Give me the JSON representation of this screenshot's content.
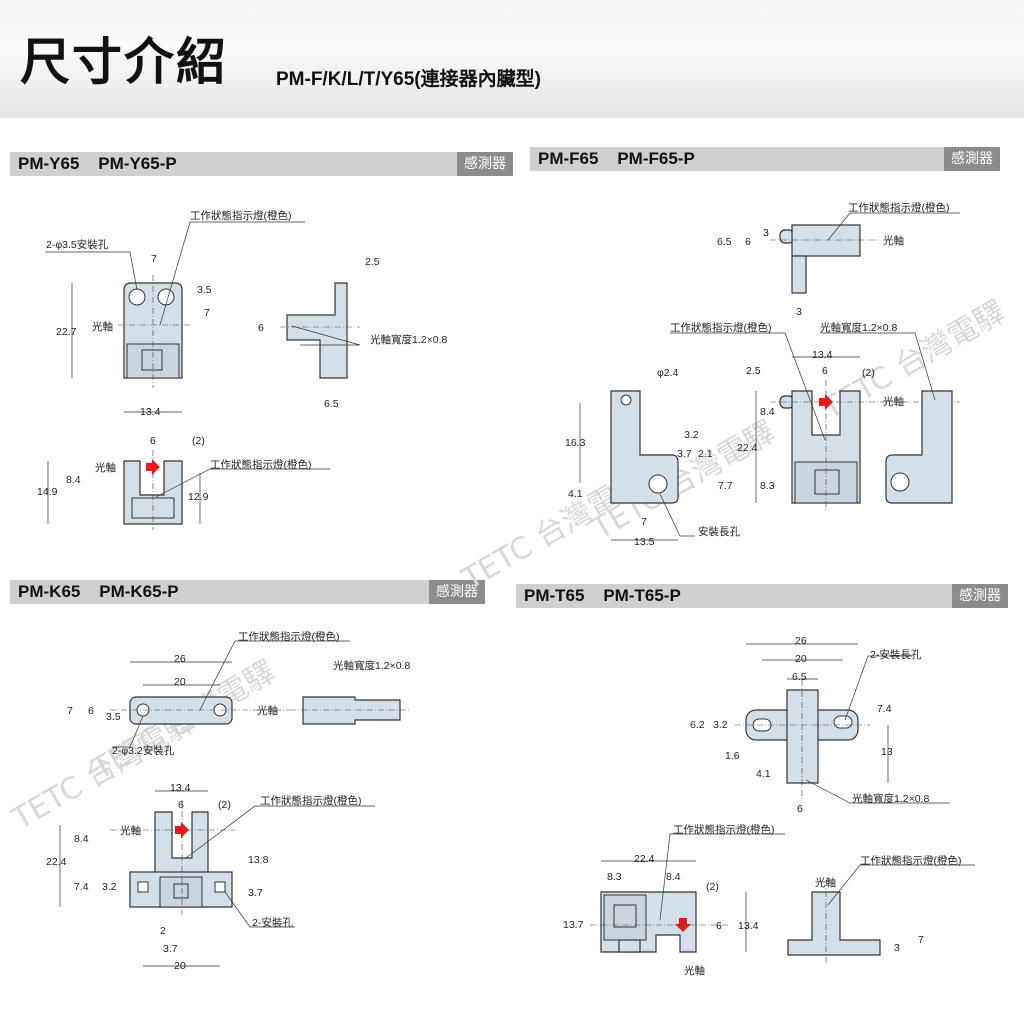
{
  "header": {
    "title": "尺寸介紹",
    "subtitle": "PM-F/K/L/T/Y65(連接器內臟型)"
  },
  "watermark": "TETC 台灣電驛",
  "colors": {
    "part": "#d3e0ea",
    "indicator": "#e31b1b",
    "bar": "#cfcfcf",
    "badge": "#8c8c8c"
  },
  "sections": {
    "y65": {
      "title": "PM-Y65    PM-Y65-P",
      "badge": "感測器",
      "labels": [
        "工作狀態指示燈(橙色)",
        "2-φ3.5安裝孔",
        "7",
        "3.5",
        "7",
        "22.7",
        "光軸",
        "2.5",
        "6",
        "光軸寬度1.2×0.8",
        "6.5",
        "13.4",
        "6",
        "(2)",
        "光軸",
        "工作狀態指示燈(橙色)",
        "8.4",
        "14.9",
        "12.9"
      ]
    },
    "f65": {
      "title": "PM-F65    PM-F65-P",
      "badge": "感測器",
      "labels": [
        "工作狀態指示燈(橙色)",
        "6.5",
        "6",
        "3",
        "光軸",
        "3",
        "工作狀態指示燈(橙色)",
        "光軸寬度1.2×0.8",
        "13.4",
        "2.5",
        "6",
        "(2)",
        "φ2.4",
        "光軸",
        "8.4",
        "16.3",
        "3.2",
        "3.7",
        "2.1",
        "22.4",
        "7.7",
        "8.3",
        "4.1",
        "7",
        "安裝長孔",
        "13.5"
      ]
    },
    "k65": {
      "title": "PM-K65    PM-K65-P",
      "badge": "感測器",
      "labels": [
        "工作狀態指示燈(橙色)",
        "26",
        "光軸寬度1.2×0.8",
        "20",
        "7",
        "6",
        "3.5",
        "光軸",
        "2-φ3.2安裝孔",
        "13.4",
        "6",
        "(2)",
        "工作狀態指示燈(橙色)",
        "光軸",
        "8.4",
        "13.8",
        "22.4",
        "7.4",
        "3.2",
        "3.7",
        "2-安裝孔",
        "2",
        "3.7",
        "20"
      ]
    },
    "t65": {
      "title": "PM-T65    PM-T65-P",
      "badge": "感測器",
      "labels": [
        "26",
        "20",
        "2-安裝長孔",
        "6.5",
        "7.4",
        "6.2",
        "3.2",
        "13",
        "1.6",
        "4.1",
        "6",
        "光軸寬度1.2×0.8",
        "工作狀態指示燈(橙色)",
        "22.4",
        "工作狀態指示燈(橙色)",
        "8.3",
        "8.4",
        "(2)",
        "光軸",
        "13.7",
        "6",
        "13.4",
        "7",
        "3",
        "光軸"
      ]
    }
  }
}
